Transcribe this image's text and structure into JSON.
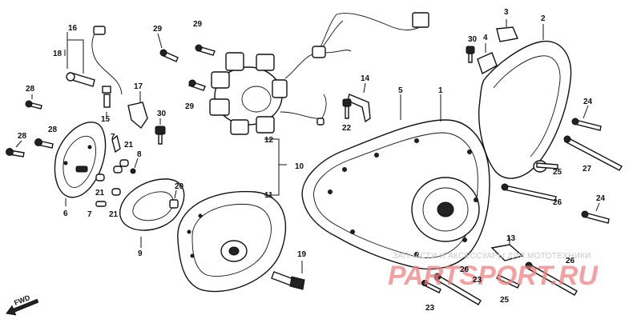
{
  "labels": {
    "l1": "1",
    "l2": "2",
    "l3": "3",
    "l4": "4",
    "l5": "5",
    "l6": "6",
    "l7a": "7",
    "l7b": "7",
    "l8": "8",
    "l9": "9",
    "l10": "10",
    "l11": "11",
    "l12": "12",
    "l13": "13",
    "l14": "14",
    "l15": "15",
    "l16": "16",
    "l17": "17",
    "l18": "18",
    "l19": "19",
    "l20": "20",
    "l21a": "21",
    "l21b": "21",
    "l21c": "21",
    "l22": "22",
    "l23a": "23",
    "l23b": "23",
    "l24a": "24",
    "l24b": "24",
    "l25a": "25",
    "l25b": "25",
    "l26a": "26",
    "l26b": "26",
    "l26c": "26",
    "l27": "27",
    "l28a": "28",
    "l28b": "28",
    "l28c": "28",
    "l29a": "29",
    "l29b": "29",
    "l29c": "29",
    "l30a": "30",
    "l30b": "30"
  },
  "direction_marker": "FWD",
  "watermark": {
    "caption": "ЗАПЧАСТИ И АКСЕССУАРЫ ДЛЯ МОТОТЕХНИКИ",
    "brand": "PARTSPORT.RU"
  }
}
